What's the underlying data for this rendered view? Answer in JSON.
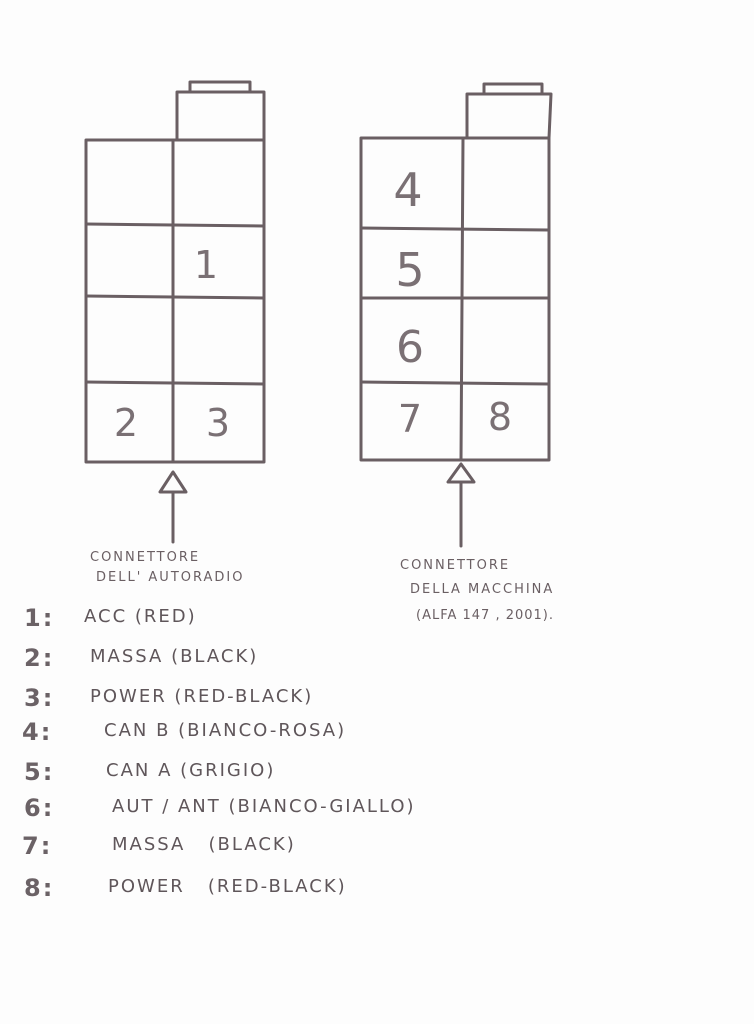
{
  "connectors": [
    {
      "id": "radio",
      "caption": [
        "CONNETTORE",
        "DELL' AUTORADIO"
      ],
      "pins": [
        "1",
        "2",
        "3"
      ]
    },
    {
      "id": "car",
      "caption": [
        "CONNETTORE",
        "DELLA MACCHINA",
        "(ALFA 147 , 2001)."
      ],
      "pins": [
        "4",
        "5",
        "6",
        "7",
        "8"
      ]
    }
  ],
  "legend": [
    {
      "num": "1:",
      "label": "ACC (RED)"
    },
    {
      "num": "2:",
      "label": "MASSA (BLACK)"
    },
    {
      "num": "3:",
      "label": "POWER (RED-BLACK)"
    },
    {
      "num": "4:",
      "label": "CAN B (BIANCO-ROSA)"
    },
    {
      "num": "5:",
      "label": "CAN A (GRIGIO)"
    },
    {
      "num": "6:",
      "label": "AUT / ANT (BIANCO-GIALLO)"
    },
    {
      "num": "7:",
      "label": "MASSA   (BLACK)"
    },
    {
      "num": "8:",
      "label": "POWER   (RED-BLACK)"
    }
  ],
  "colors": {
    "ink": "#6a5f63",
    "paper": "#fdfdfd"
  }
}
